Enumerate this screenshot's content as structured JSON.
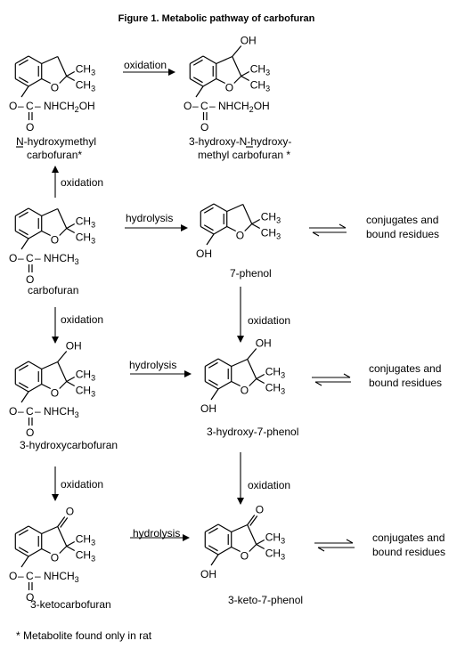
{
  "figure": {
    "title": "Figure 1. Metabolic pathway of carbofuran",
    "footnote": "*  Metabolite found only in rat"
  },
  "compounds": {
    "carbofuran": "carbofuran",
    "n_hydroxymethyl_line1": "N-hydroxymethyl",
    "n_hydroxymethyl_line2": "carbofuran*",
    "hydroxy_n_hydroxymethyl_line1": "3-hydroxy-N-hydroxy-",
    "hydroxy_n_hydroxymethyl_line2": "methyl carbofuran *",
    "phenol_7": "7-phenol",
    "hydroxycarbofuran_3": "3-hydroxycarbofuran",
    "hydroxy_7_phenol_3": "3-hydroxy-7-phenol",
    "ketocarbofuran_3": "3-ketocarbofuran",
    "keto_7_phenol_3": "3-keto-7-phenol"
  },
  "reactions": {
    "oxidation": "oxidation",
    "hydrolysis": "hydrolysis"
  },
  "conjugates": {
    "line1": "conjugates and",
    "line2": "bound residues"
  },
  "atoms": {
    "O": "O",
    "C": "C",
    "OH": "OH",
    "CH3": "CH3",
    "ch3_main": "CH",
    "ch3_sub": "3",
    "nhch3_main": "NHCH",
    "nhch3_sub": "3",
    "nhch2oh_a": "NHCH",
    "nhch2oh_sub": "2",
    "nhch2oh_b": "OH"
  }
}
